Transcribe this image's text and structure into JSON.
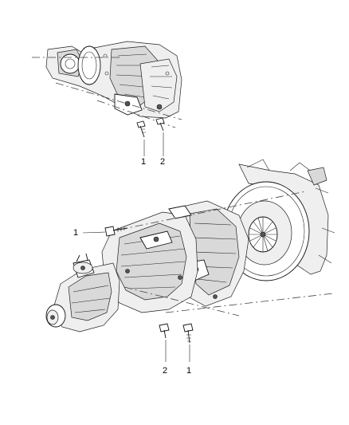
{
  "diagram": {
    "callouts": {
      "top_bolt": "1",
      "top_stud": "2",
      "left_bolt": "1",
      "bottom_stud": "2",
      "bottom_bolt": "1"
    }
  }
}
